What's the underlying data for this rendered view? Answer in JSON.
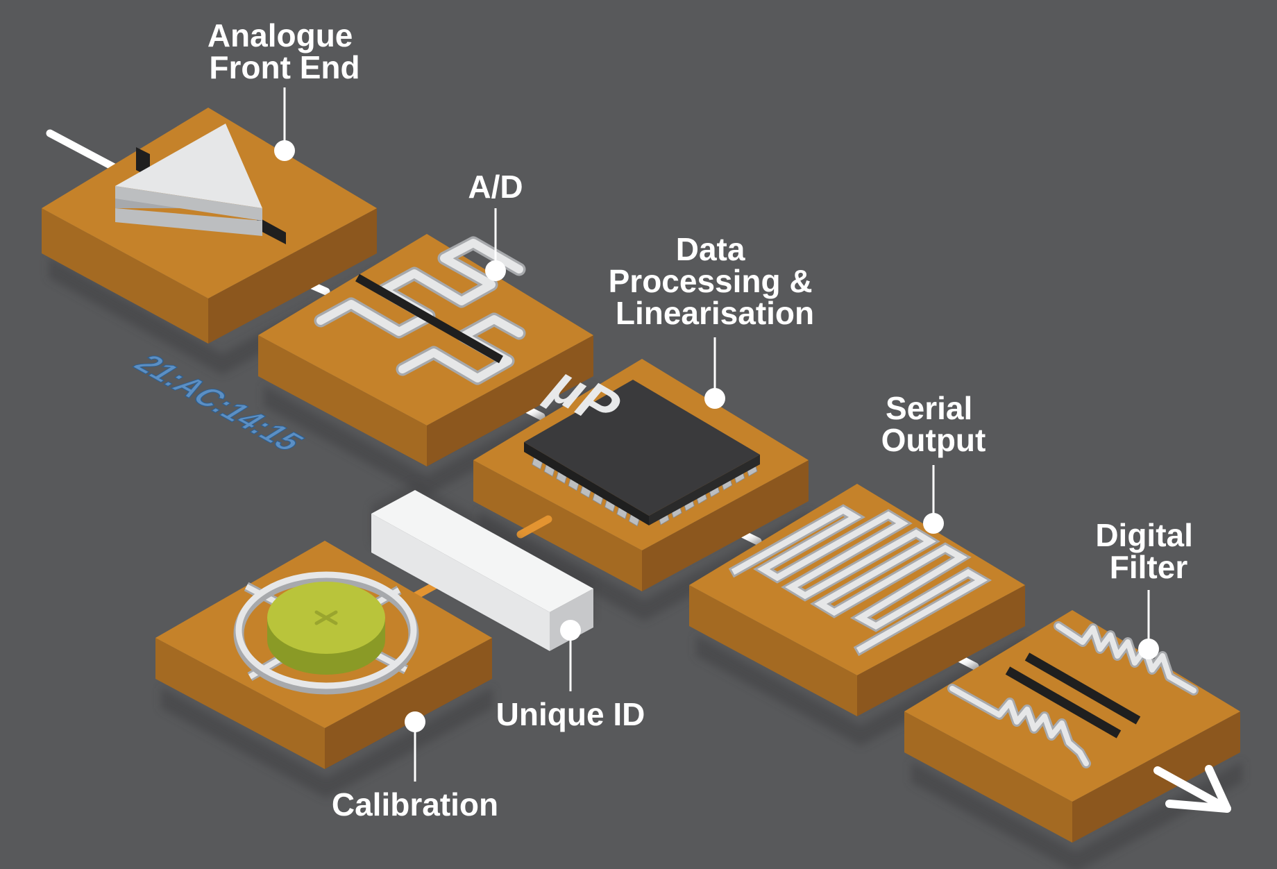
{
  "colors": {
    "background": "#58595b",
    "block_top": "#c5822a",
    "block_left": "#a46a22",
    "block_front": "#8c571e",
    "component_white": "#e6e7e8",
    "chip_black": "#333333",
    "calibration_disc": "#b9c43b",
    "id_text_blue": "#5b8fc4",
    "connector_orange": "#e39431"
  },
  "labels": {
    "analogue_front_end": [
      "Analogue",
      "Front End"
    ],
    "ad": "A/D",
    "data_processing": [
      "Data",
      "Processing &",
      "Linearisation"
    ],
    "serial_output": [
      "Serial",
      "Output"
    ],
    "digital_filter": [
      "Digital",
      "Filter"
    ],
    "unique_id": "Unique ID",
    "calibration": "Calibration"
  },
  "chip_text": "µP",
  "id_tag_text": "21:AC:14:15",
  "icons": {
    "analogue_front_end": "amplifier-triangle-icon",
    "ad": "serpentine-converter-icon",
    "data_processing": "microprocessor-chip-icon",
    "serial_output": "serpentine-trace-icon",
    "digital_filter": "capacitor-resistor-filter-icon",
    "calibration": "crosshair-dial-icon",
    "unique_id": "id-tag-icon",
    "output": "output-arrow-icon"
  }
}
